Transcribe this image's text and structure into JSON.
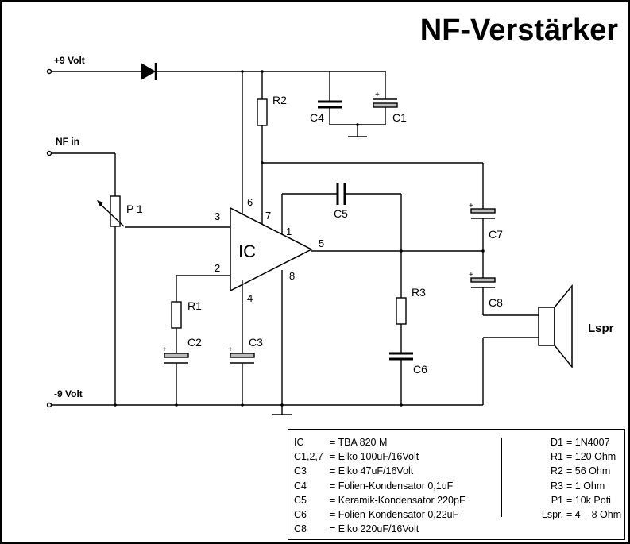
{
  "title": "NF-Verstärker",
  "terminals": {
    "plus9": "+9 Volt",
    "nf_in": "NF in",
    "minus9": "-9 Volt"
  },
  "components": {
    "R2": "R2",
    "C4": "C4",
    "C1": "C1",
    "P1": "P 1",
    "C5": "C5",
    "C7": "C7",
    "C8": "C8",
    "R3": "R3",
    "C6": "C6",
    "R1": "R1",
    "C2": "C2",
    "C3": "C3",
    "IC": "IC",
    "Lspr": "Lspr"
  },
  "pins": {
    "p1": "1",
    "p2": "2",
    "p3": "3",
    "p4": "4",
    "p5": "5",
    "p6": "6",
    "p7": "7",
    "p8": "8"
  },
  "polarity_mark": "+",
  "legend": {
    "left": [
      {
        "ref": "IC",
        "value": "=  TBA 820 M"
      },
      {
        "ref": "C1,2,7",
        "value": "= Elko 100uF/16Volt"
      },
      {
        "ref": "C3",
        "value": "=  Elko 47uF/16Volt"
      },
      {
        "ref": "C4",
        "value": "=  Folien-Kondensator 0,1uF"
      },
      {
        "ref": "C5",
        "value": "=  Keramik-Kondensator 220pF"
      },
      {
        "ref": "C6",
        "value": "=  Folien-Kondensator 0,22uF"
      },
      {
        "ref": "C8",
        "value": "=  Elko 220uF/16Volt"
      }
    ],
    "right": [
      {
        "ref": "D1",
        "value": "= 1N4007"
      },
      {
        "ref": "R1",
        "value": "=  120 Ohm"
      },
      {
        "ref": "R2",
        "value": "=   56 Ohm"
      },
      {
        "ref": "R3",
        "value": "=    1 Ohm"
      },
      {
        "ref": "P1",
        "value": "=   10k Poti"
      },
      {
        "ref": "Lspr.",
        "value": "=  4 – 8 Ohm"
      }
    ]
  }
}
